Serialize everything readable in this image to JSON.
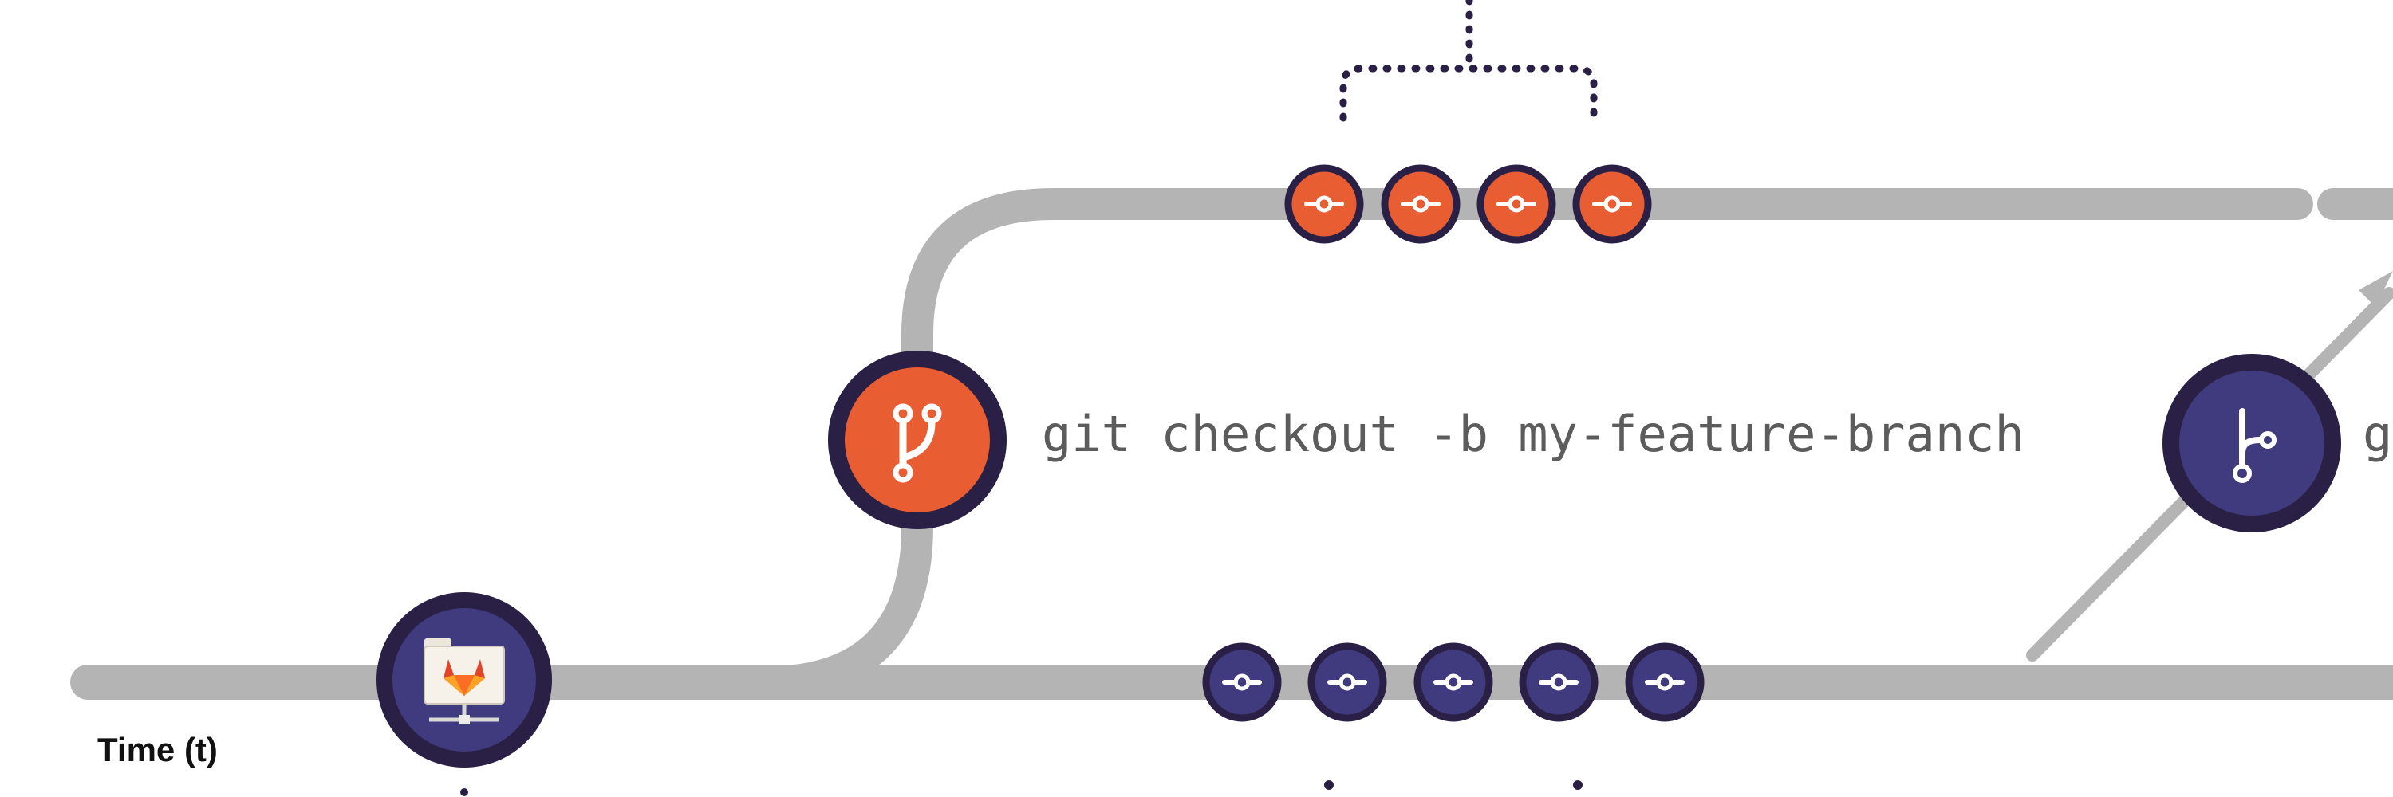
{
  "colors": {
    "track": "#b4b4b4",
    "node_outline": "#2a2046",
    "feature_commit": "#e95d33",
    "main_commit": "#3f3b7e",
    "command_text": "#5c5c5c",
    "label_text": "#111111"
  },
  "labels": {
    "time_axis": "Time (t)",
    "checkout_command": "git checkout -b my-feature-branch",
    "right_command_fragment": "g"
  },
  "icons": {
    "repository_node": "gitlab-repository-icon",
    "branch_node": "git-branch-icon",
    "merge_node": "git-merge-icon",
    "commit_node": "git-commit-icon"
  },
  "branches": {
    "main": {
      "commit_count": 5
    },
    "feature": {
      "commit_count": 4
    }
  }
}
